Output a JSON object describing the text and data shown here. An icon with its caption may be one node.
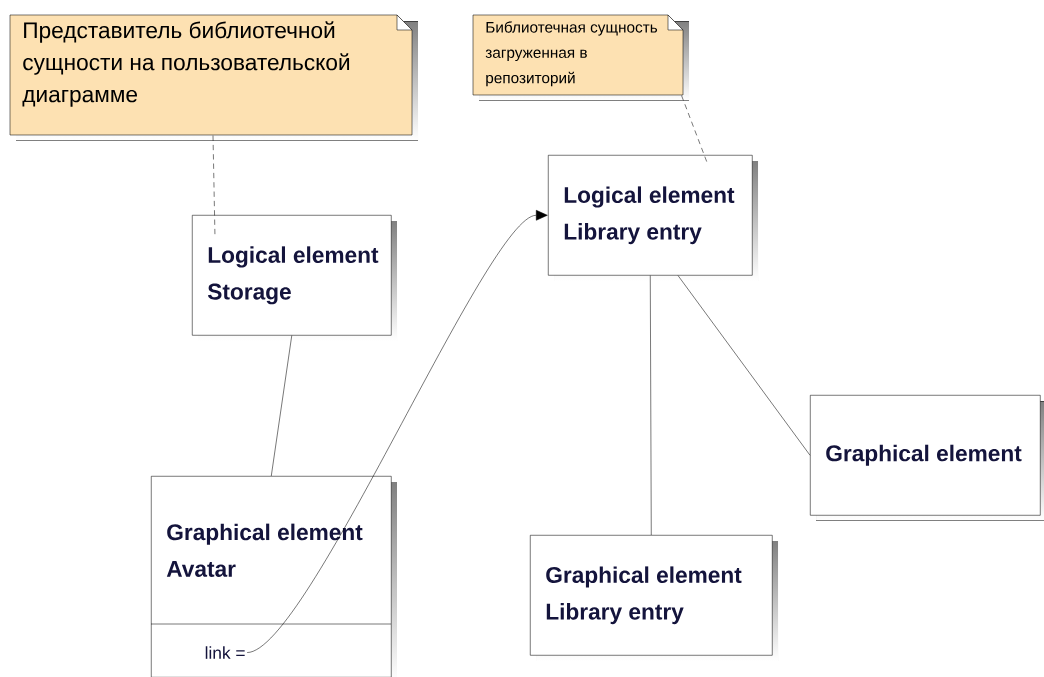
{
  "diagram": {
    "nodes": [
      {
        "text": [
          "Представитель библиотечной сущности на пользовательской диаграмме"
        ]
      },
      {
        "text": [
          "Библиотечная сущность загруженная в репозиторий"
        ]
      },
      {
        "text": [
          "Logical element Storage"
        ]
      },
      {
        "text": [
          "Logical element Library entry"
        ]
      },
      {
        "text": [
          "Graphical element Avatar"
        ]
      },
      {
        "text": [
          "link ="
        ],
        "in": 4
      },
      {
        "text": [
          "Graphical element"
        ]
      },
      {
        "text": [
          "Graphical element Library entry"
        ]
      }
    ],
    "edges": [
      {
        "from": 0,
        "to": 2,
        "arrow": "none",
        "style": "dashed"
      },
      {
        "from": 1,
        "to": 3,
        "arrow": "none",
        "style": "dashed"
      },
      {
        "from": 2,
        "to": 4,
        "arrow": "none"
      },
      {
        "from": 5,
        "to": 3,
        "arrow": "to"
      },
      {
        "from": 3,
        "to": 7,
        "arrow": "none"
      },
      {
        "from": 3,
        "to": 6,
        "arrow": "none"
      }
    ]
  }
}
